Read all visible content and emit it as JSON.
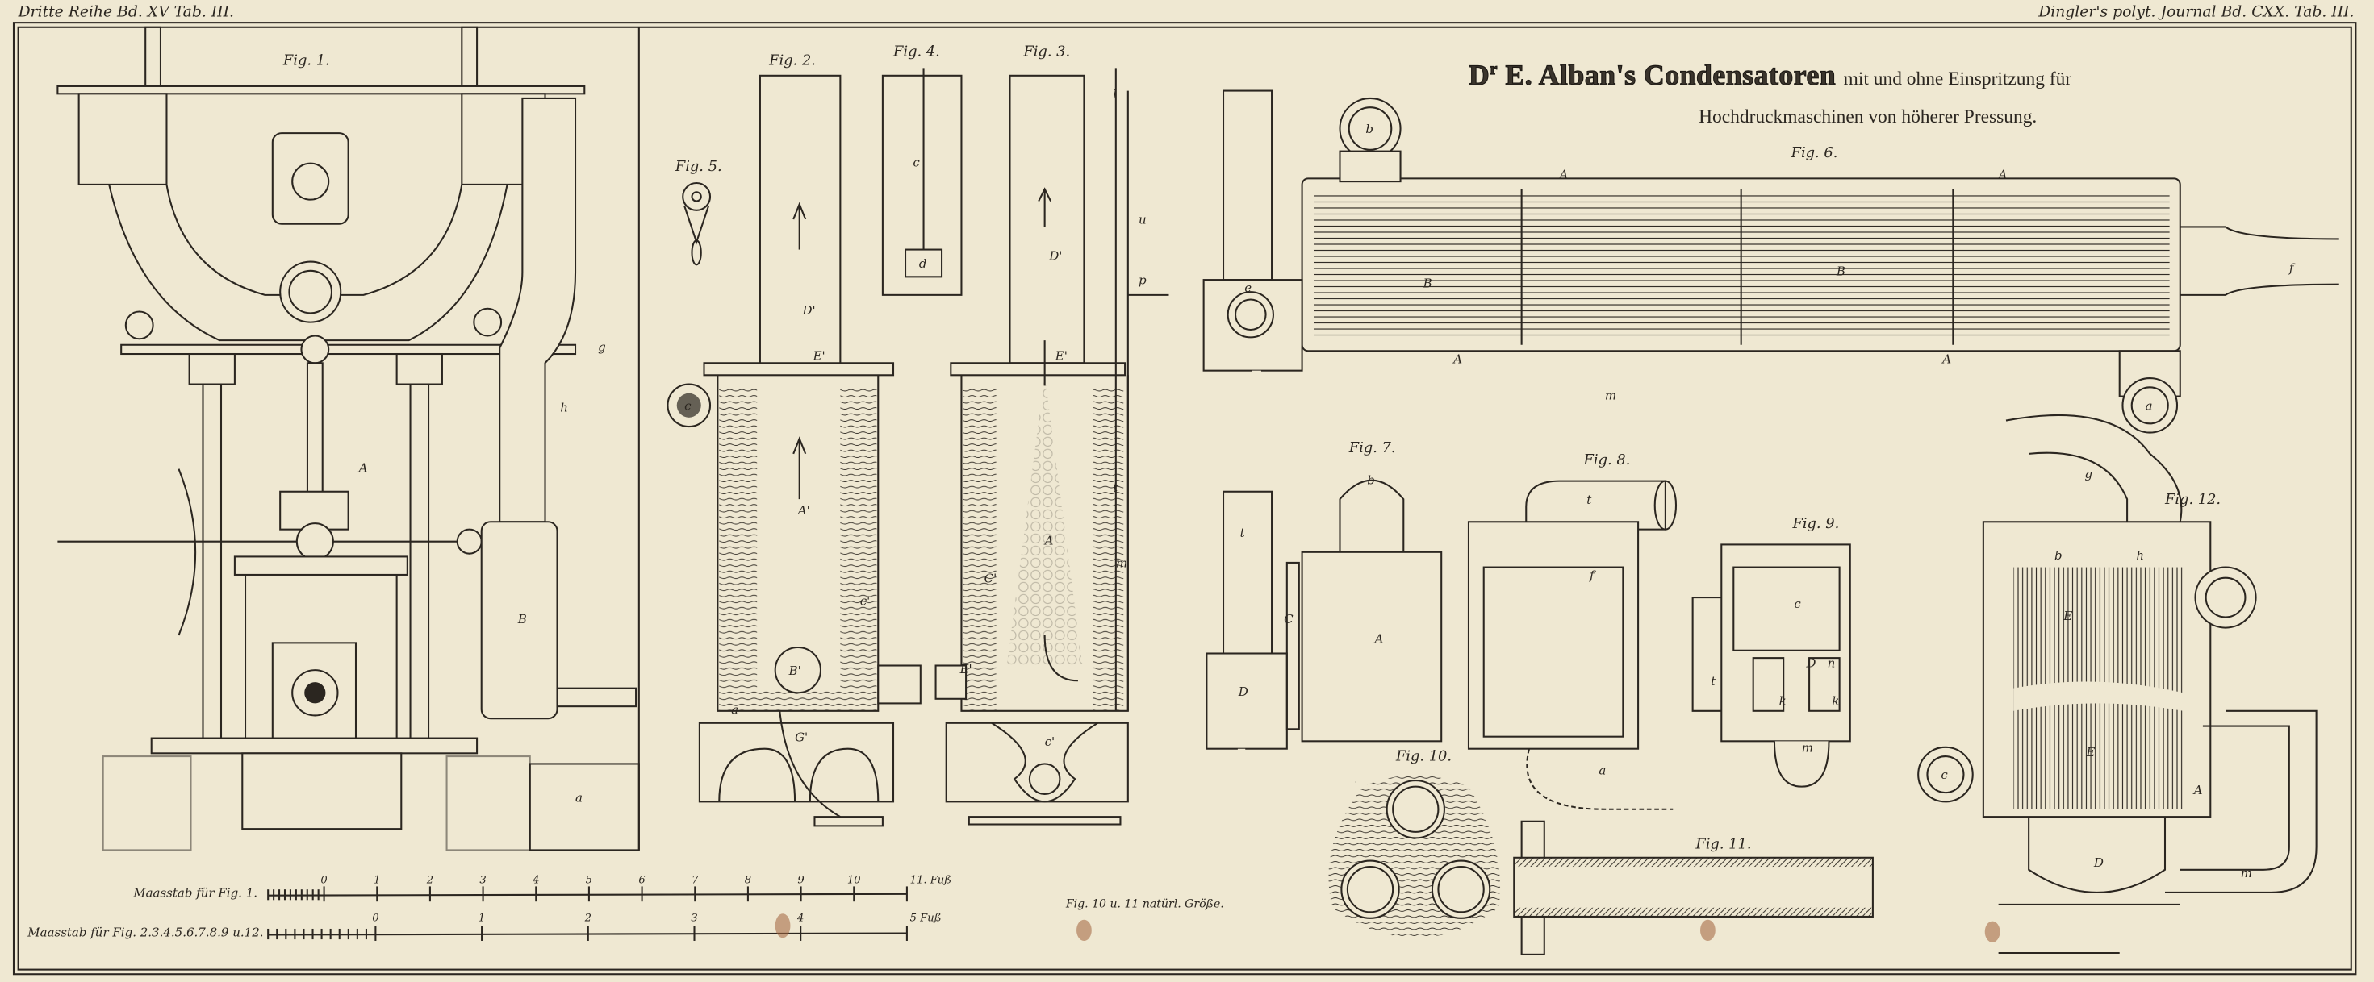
{
  "header": {
    "left": "Dritte Reihe Bd. XV Tab. III.",
    "right": "Dingler's polyt. Journal Bd. CXX. Tab. III."
  },
  "title": {
    "prefix": "D",
    "prefix_sup": "r",
    "main": "E. Alban's Condensatoren",
    "rest": "mit und ohne Einspritzung für",
    "line2": "Hochdruckmaschinen von höherer Pressung."
  },
  "figures": {
    "fig1": "Fig. 1.",
    "fig2": "Fig. 2.",
    "fig3": "Fig. 3.",
    "fig4": "Fig. 4.",
    "fig5": "Fig. 5.",
    "fig6": "Fig. 6.",
    "fig7": "Fig. 7.",
    "fig8": "Fig. 8.",
    "fig9": "Fig. 9.",
    "fig10": "Fig. 10.",
    "fig11": "Fig. 11.",
    "fig12": "Fig. 12."
  },
  "scales": {
    "scale1": {
      "label": "Maasstab für Fig. 1.",
      "ticks": [
        "0",
        "1",
        "2",
        "3",
        "4",
        "5",
        "6",
        "7",
        "8",
        "9",
        "10"
      ],
      "end": "11. Fuß"
    },
    "scale2": {
      "label": "Maasstab für Fig. 2.3.4.5.6.7.8.9 u.12.",
      "ticks": [
        "0",
        "1",
        "2",
        "3",
        "4"
      ],
      "end": "5 Fuß"
    },
    "note": "Fig. 10 u. 11 natürl. Größe."
  },
  "letters": [
    "A",
    "B",
    "a",
    "g",
    "h",
    "D'",
    "E'",
    "A'",
    "c'",
    "B'",
    "c",
    "a",
    "G'",
    "D'",
    "E'",
    "A'",
    "C'",
    "E'",
    "c'",
    "l",
    "u",
    "p",
    "m",
    "t",
    "c",
    "d",
    "A",
    "A",
    "A",
    "A",
    "B",
    "B",
    "b",
    "a",
    "m",
    "f",
    "e",
    "t",
    "A",
    "C",
    "D",
    "b",
    "t",
    "a",
    "f",
    "c",
    "D",
    "n",
    "k",
    "k",
    "m",
    "t",
    "E",
    "E",
    "g",
    "b",
    "h",
    "c",
    "D",
    "m",
    "A"
  ],
  "colors": {
    "paper": "#efe8d2",
    "ink": "#2b2620"
  }
}
